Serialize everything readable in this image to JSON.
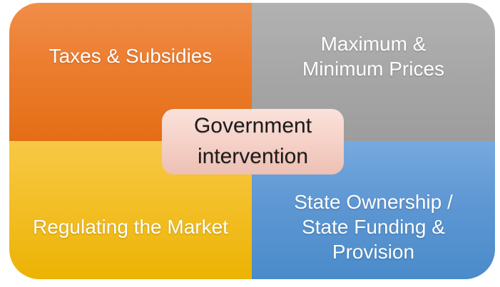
{
  "diagram": {
    "type": "quadrant-matrix",
    "background_color": "#FFFFFF",
    "center": {
      "label": "Government\nintervention",
      "box_color": "#F4CFC4",
      "text_color": "#1C1C1C"
    },
    "quadrants": [
      {
        "position": "top-left",
        "label": "Taxes & Subsidies",
        "color": "#ED7D31"
      },
      {
        "position": "top-right",
        "label": "Maximum &\nMinimum Prices",
        "color": "#A6A6A6"
      },
      {
        "position": "bottom-left",
        "label": "Regulating the Market",
        "color": "#F0BB16"
      },
      {
        "position": "bottom-right",
        "label": "State Ownership /\nState Funding &\nProvision",
        "color": "#5B9BD5"
      }
    ],
    "quadrant_text_color": "#FFFFFF"
  }
}
